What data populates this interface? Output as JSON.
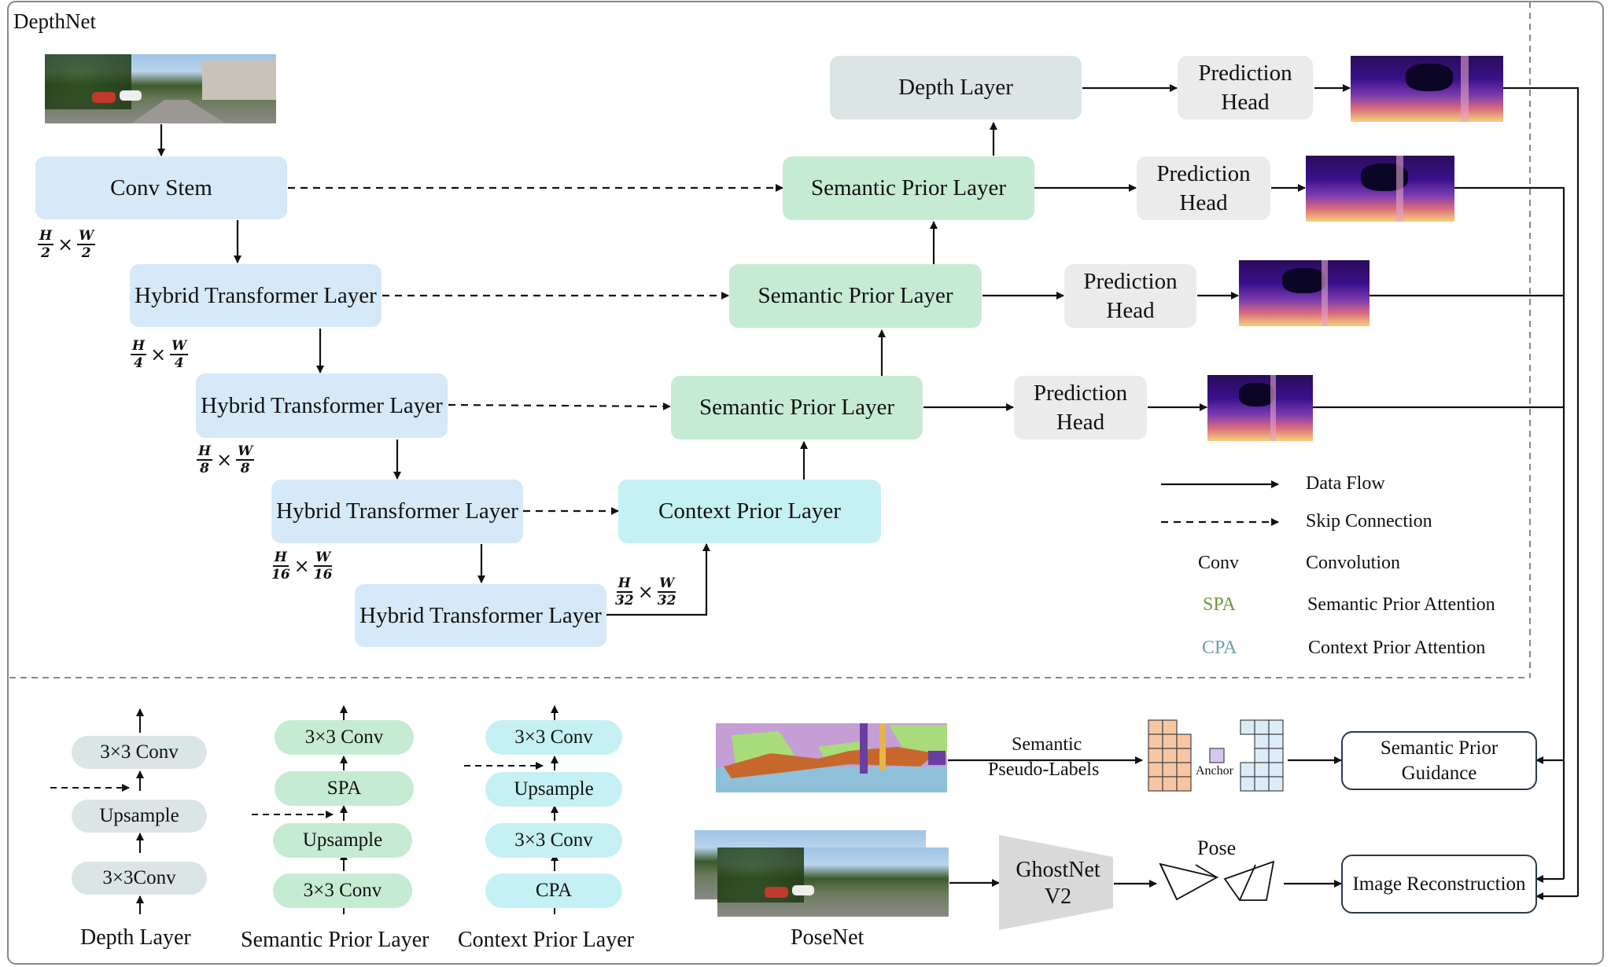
{
  "title": "DepthNet",
  "encoder": {
    "conv_stem": "Conv Stem",
    "hybrid": [
      "Hybrid Transformer Layer",
      "Hybrid Transformer Layer",
      "Hybrid Transformer Layer",
      "Hybrid Transformer Layer"
    ]
  },
  "scales": [
    {
      "num1": "H",
      "den1": "2",
      "num2": "W",
      "den2": "2"
    },
    {
      "num1": "H",
      "den1": "4",
      "num2": "W",
      "den2": "4"
    },
    {
      "num1": "H",
      "den1": "8",
      "num2": "W",
      "den2": "8"
    },
    {
      "num1": "H",
      "den1": "16",
      "num2": "W",
      "den2": "16"
    },
    {
      "num1": "H",
      "den1": "32",
      "num2": "W",
      "den2": "32"
    }
  ],
  "times": "×",
  "decoder": {
    "context_prior": "Context Prior Layer",
    "semantic_prior": "Semantic Prior Layer",
    "depth_layer": "Depth Layer",
    "prediction_head": "Prediction Head"
  },
  "legend": {
    "data_flow": "Data Flow",
    "skip_connection": "Skip Connection",
    "abbreviations": [
      {
        "short": "Conv",
        "long": "Convolution",
        "color": "#222222"
      },
      {
        "short": "SPA",
        "long": "Semantic Prior Attention",
        "color": "#6a9a3a"
      },
      {
        "short": "CPA",
        "long": "Context Prior Attention",
        "color": "#6fa0a8"
      }
    ]
  },
  "details": {
    "depth_layer": {
      "caption": "Depth Layer",
      "blocks": [
        "3×3 Conv",
        "Upsample",
        "3×3Conv"
      ]
    },
    "semantic_prior_layer": {
      "caption": "Semantic Prior Layer",
      "blocks": [
        "3×3 Conv",
        "SPA",
        "Upsample",
        "3×3 Conv"
      ]
    },
    "context_prior_layer": {
      "caption": "Context Prior Layer",
      "blocks": [
        "3×3 Conv",
        "Upsample",
        "3×3 Conv",
        "CPA"
      ]
    }
  },
  "bottom": {
    "semantic_label_line1": "Semantic",
    "semantic_label_line2": "Pseudo-Labels",
    "anchor": "Anchor",
    "semantic_guidance": "Semantic Prior Guidance",
    "ghostnet": "GhostNet V2",
    "pose": "Pose",
    "image_reconstruction": "Image Reconstruction",
    "posenet": "PoseNet"
  },
  "colors": {
    "blue": "#d5e9f8",
    "green": "#c6ebd3",
    "cyan": "#c5f1f4",
    "gray": "#ebebeb",
    "slate": "#dbe5e5",
    "grid_orange": "#f6c6a3",
    "grid_blue": "#dcecf7",
    "anchor": "#d6c8ec"
  }
}
